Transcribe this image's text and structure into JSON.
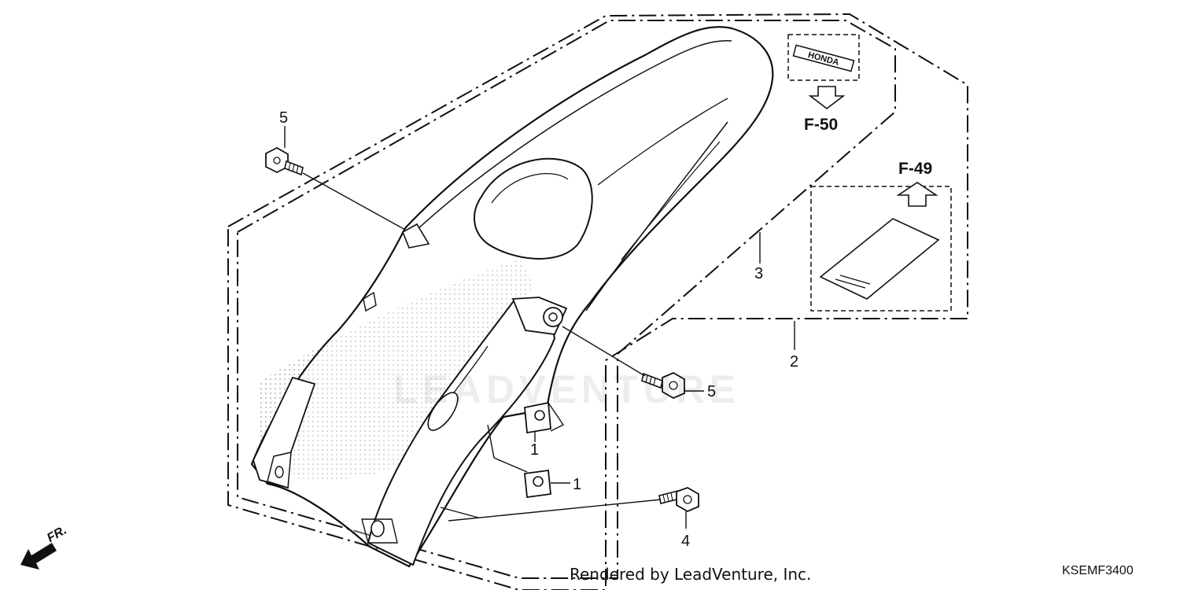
{
  "callouts": {
    "c1a": "1",
    "c1b": "1",
    "c2": "2",
    "c3": "3",
    "c4": "4",
    "c5a": "5",
    "c5b": "5"
  },
  "references": {
    "f50": "F-50",
    "f49": "F-49"
  },
  "watermark": "LEADVENTURE",
  "emblem_text": "HONDA",
  "direction_label": "FR.",
  "footer_credit": "Rendered by LeadVenture, Inc.",
  "diagram_code": "KSEMF3400",
  "colors": {
    "line": "#111111",
    "background": "#ffffff",
    "watermark": "#e6e6e6"
  }
}
